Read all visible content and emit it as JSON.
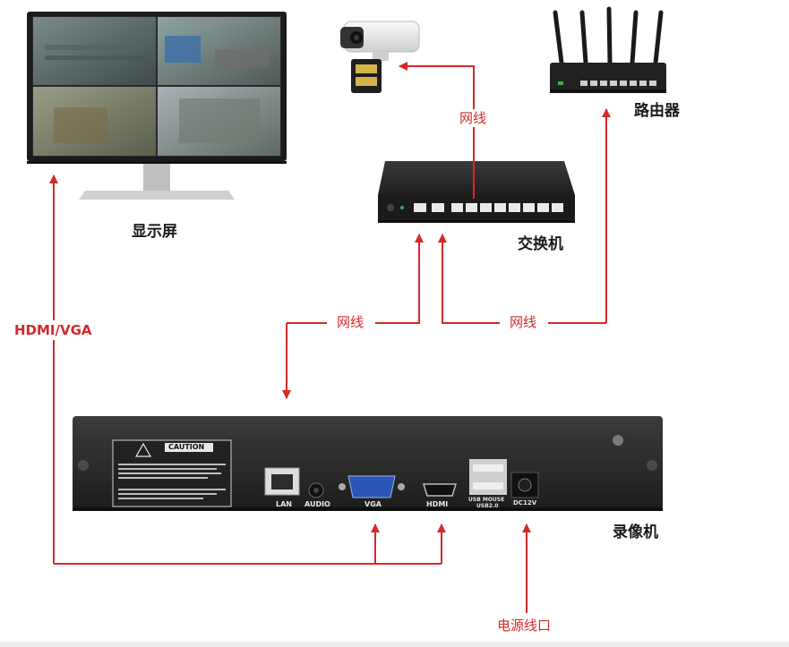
{
  "devices": {
    "monitor": "显示屏",
    "switch": "交换机",
    "router": "路由器",
    "nvr": "录像机"
  },
  "connections": {
    "camera_to_switch": "网线",
    "switch_to_nvr": "网线",
    "router_to_switch": "网线",
    "monitor_to_nvr": "HDMI/VGA",
    "power": "电源线口"
  },
  "nvr_panel": {
    "caution_title": "CAUTION",
    "port_lan": "LAN",
    "port_audio": "AUDIO",
    "port_vga": "VGA",
    "port_hdmi": "HDMI",
    "port_usb": "USB MOUSE",
    "port_usb2": "USB2.0",
    "port_dc": "DC12V"
  },
  "colors": {
    "arrow": "#d42a2a",
    "device_body": "#2b2b2b",
    "label_text": "#1a1a1a"
  }
}
